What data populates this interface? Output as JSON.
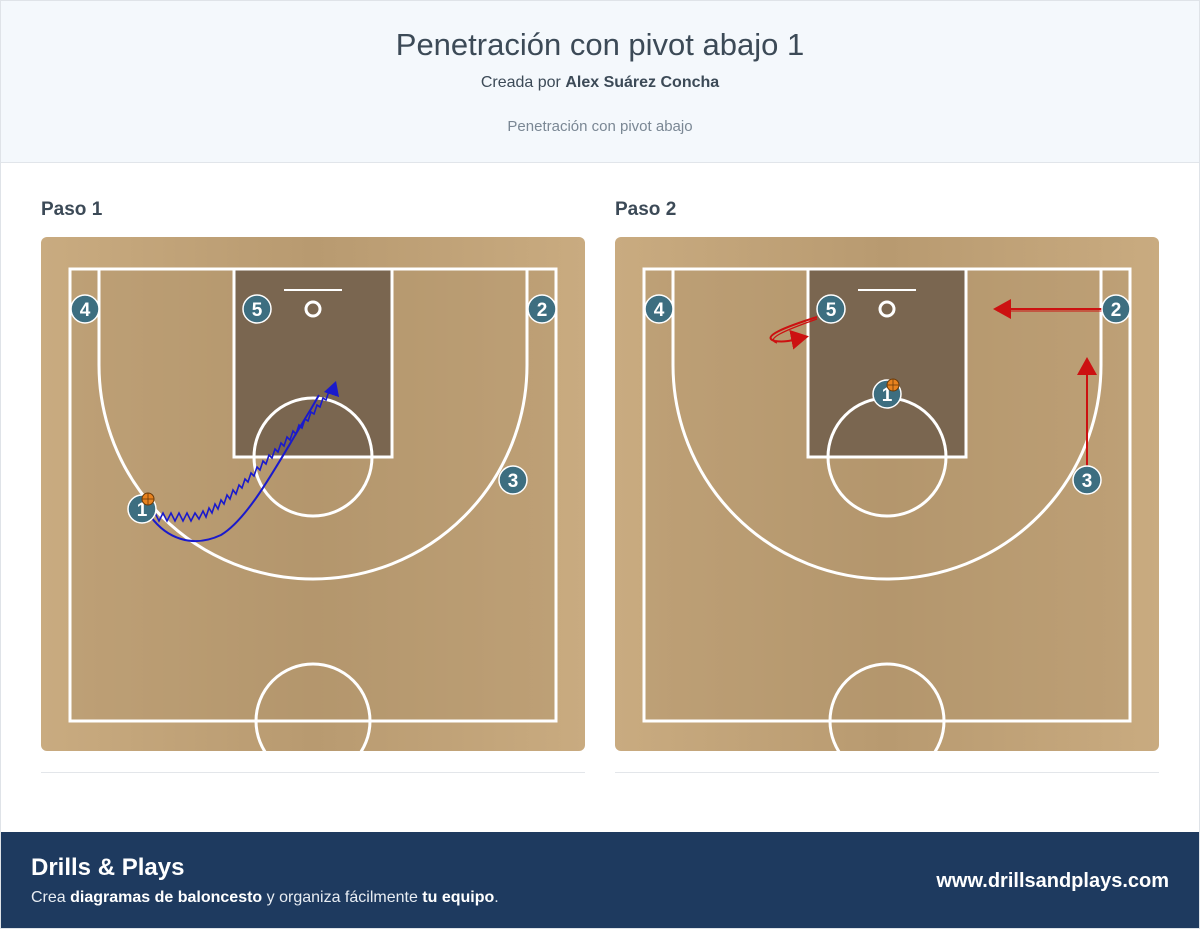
{
  "header": {
    "title": "Penetración con pivot abajo 1",
    "byline_prefix": "Creada por",
    "author": "Alex Suárez Concha",
    "description": "Penetración con pivot abajo"
  },
  "steps": [
    {
      "title": "Paso 1",
      "players": [
        {
          "label": "4",
          "ball": false
        },
        {
          "label": "5",
          "ball": false
        },
        {
          "label": "2",
          "ball": false
        },
        {
          "label": "3",
          "ball": false
        },
        {
          "label": "1",
          "ball": true
        }
      ],
      "actions": [
        {
          "type": "dribble",
          "player": "1",
          "color": "#1a1acc"
        }
      ]
    },
    {
      "title": "Paso 2",
      "players": [
        {
          "label": "4",
          "ball": false
        },
        {
          "label": "5",
          "ball": false
        },
        {
          "label": "2",
          "ball": false
        },
        {
          "label": "3",
          "ball": false
        },
        {
          "label": "1",
          "ball": true
        }
      ],
      "actions": [
        {
          "type": "cut",
          "player": "5",
          "color": "#cc1111"
        },
        {
          "type": "cut",
          "player": "2",
          "color": "#cc1111"
        },
        {
          "type": "cut",
          "player": "3",
          "color": "#cc1111"
        }
      ]
    }
  ],
  "colors": {
    "player_fill": "#3d6e80",
    "header_bg": "#f4f8fc",
    "footer_bg": "#1e3a5f",
    "dribble": "#1a1acc",
    "cut": "#cc1111"
  },
  "footer": {
    "brand": "Drills & Plays",
    "tagline_1": "Crea",
    "tagline_2": "diagramas de baloncesto",
    "tagline_3": "y organiza fácilmente",
    "tagline_4": "tu equipo",
    "tagline_5": ".",
    "site": "www.drillsandplays.com"
  }
}
